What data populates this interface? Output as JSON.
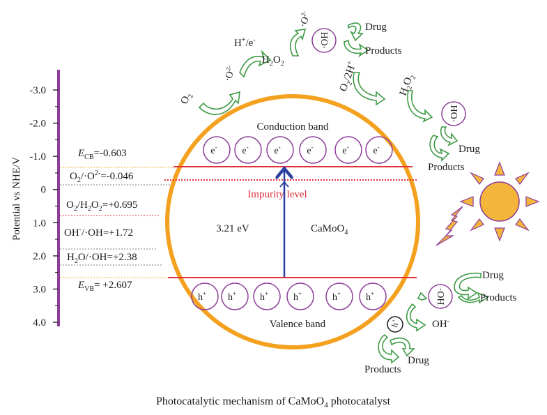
{
  "axis": {
    "label": "Potential vs NHE/V",
    "ticks": [
      "-3.0",
      "-2.0",
      "-1.0",
      "0",
      "1.0",
      "2.0",
      "3.0",
      "4.0"
    ],
    "tick_values": [
      -3,
      -2,
      -1,
      0,
      1,
      2,
      3,
      4
    ]
  },
  "levels": {
    "ecb": {
      "symbol": "E",
      "sub": "CB",
      "rest": "=-0.603",
      "value": -0.603
    },
    "o2": {
      "a": "O",
      "a_sub": "2",
      "b": "/·O",
      "b_sup": "2-",
      "c": "=-0.046",
      "value": -0.046
    },
    "h2o2": {
      "a": "O",
      "a_sub": "2",
      "b": "/H",
      "b_sub": "2",
      "c": "O",
      "c_sub": "2",
      "d": "=+0.695",
      "value": 0.695
    },
    "oh": {
      "a": "OH",
      "a_sup": "-",
      "b": "/·OH=+1.72",
      "value": 1.72
    },
    "h2o": {
      "a": "H",
      "a_sub": "2",
      "b": "O/·OH=+2.38",
      "value": 2.38
    },
    "evb": {
      "symbol": "E",
      "sub": "VB",
      "rest": "= +2.607",
      "value": 2.607
    }
  },
  "particle": {
    "conduction_band": "Conduction band",
    "valence_band": "Valence band",
    "impurity_level": "Impurity level",
    "band_gap": "3.21 eV",
    "material": {
      "a": "CaMoO",
      "a_sub": "4"
    },
    "electrons": [
      {
        "base": "e",
        "sup": "-"
      },
      {
        "base": "e",
        "sup": "-"
      },
      {
        "base": "e",
        "sup": "-"
      },
      {
        "base": "e",
        "sup": "-"
      },
      {
        "base": "e",
        "sup": "-"
      },
      {
        "base": "e",
        "sup": "-"
      }
    ],
    "holes": [
      {
        "base": "h",
        "sup": "+"
      },
      {
        "base": "h",
        "sup": "+"
      },
      {
        "base": "h",
        "sup": "+"
      },
      {
        "base": "h",
        "sup": "+"
      },
      {
        "base": "h",
        "sup": "+"
      },
      {
        "base": "h",
        "sup": "+"
      }
    ]
  },
  "reactions": {
    "o2": {
      "a": "O",
      "a_sub": "2"
    },
    "superoxide": {
      "a": "·O",
      "a_sup": "2-"
    },
    "h_e": {
      "a": "H",
      "a_sup": "+",
      "b": "/e",
      "b_sup": "-"
    },
    "h2o2_a": {
      "a": "H",
      "a_sub": "2",
      "b": "O",
      "b_sub": "2"
    },
    "superoxide_2": {
      "a": "·O",
      "a_sup": "2-"
    },
    "oh_radical": "·OH",
    "drug_1": "Drug",
    "products_1": "Products",
    "o2_2h": {
      "a": "O",
      "a_sub": "2",
      "b": "/2H",
      "b_sup": "+"
    },
    "h2o2_b": {
      "a": "H",
      "a_sub": "2",
      "b": "O",
      "b_sub": "2"
    },
    "oh_radical_2": "·OH",
    "drug_2": "Drug",
    "products_2": "Products",
    "ho_radical": "HO·",
    "drug_3": "Drug",
    "products_3": "Products",
    "oh_minus": {
      "a": "OH",
      "a_sup": "-"
    },
    "h_plus": {
      "a": "h",
      "a_sup": "+"
    },
    "drug_4": "Drug",
    "products_4": "Products"
  },
  "caption": {
    "a": "Photocatalytic mechanism of CaMoO",
    "a_sub": "4",
    "b": " photocatalyst"
  },
  "colors": {
    "axis": "#8e3d9a",
    "circle": "#f4a11f",
    "band_line": "#e0303a",
    "arrow": "#2b3fa0",
    "impurity": "#e0303a",
    "green": "#3f9a45",
    "bubble": "#8e3d9a",
    "sun": "#f4b63a",
    "sun_stroke": "#8e3d9a"
  }
}
